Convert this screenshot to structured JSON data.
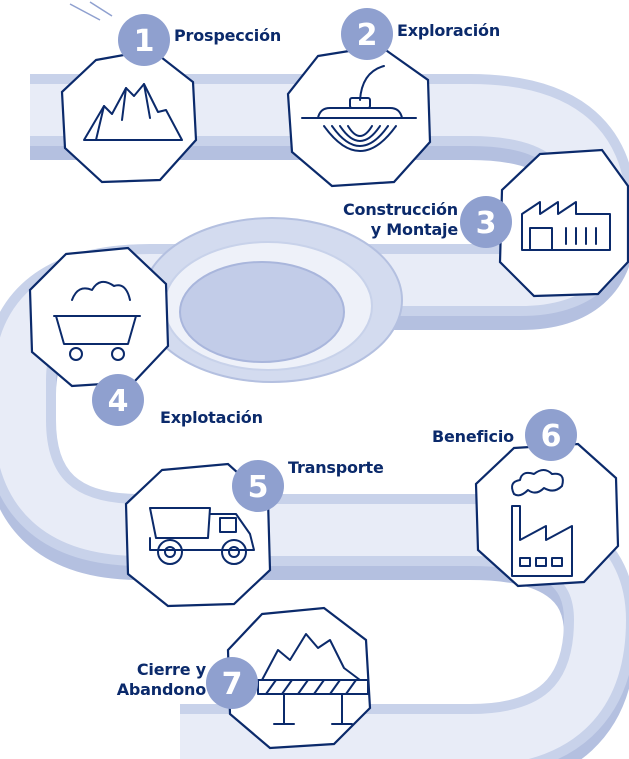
{
  "stages": [
    {
      "number": "1",
      "label": "Prospección",
      "icon": "mountain-icon"
    },
    {
      "number": "2",
      "label": "Exploración",
      "icon": "geophysics-sensor-icon"
    },
    {
      "number": "3",
      "label": "Construcción\ny Montaje",
      "icon": "factory-icon"
    },
    {
      "number": "4",
      "label": "Explotación",
      "icon": "mine-cart-icon"
    },
    {
      "number": "5",
      "label": "Transporte",
      "icon": "dump-truck-icon"
    },
    {
      "number": "6",
      "label": "Beneficio",
      "icon": "processing-plant-icon"
    },
    {
      "number": "7",
      "label": "Cierre y\nAbandono",
      "icon": "rehabilitated-terrain-icon"
    }
  ],
  "colors": {
    "road_top": "#e8ecf7",
    "road_side": "#c8d2ea",
    "road_edge": "#b4c0e0",
    "badge": "#8fa0cf",
    "outline": "#0b2a6b",
    "label_text": "#0b2a6b"
  }
}
